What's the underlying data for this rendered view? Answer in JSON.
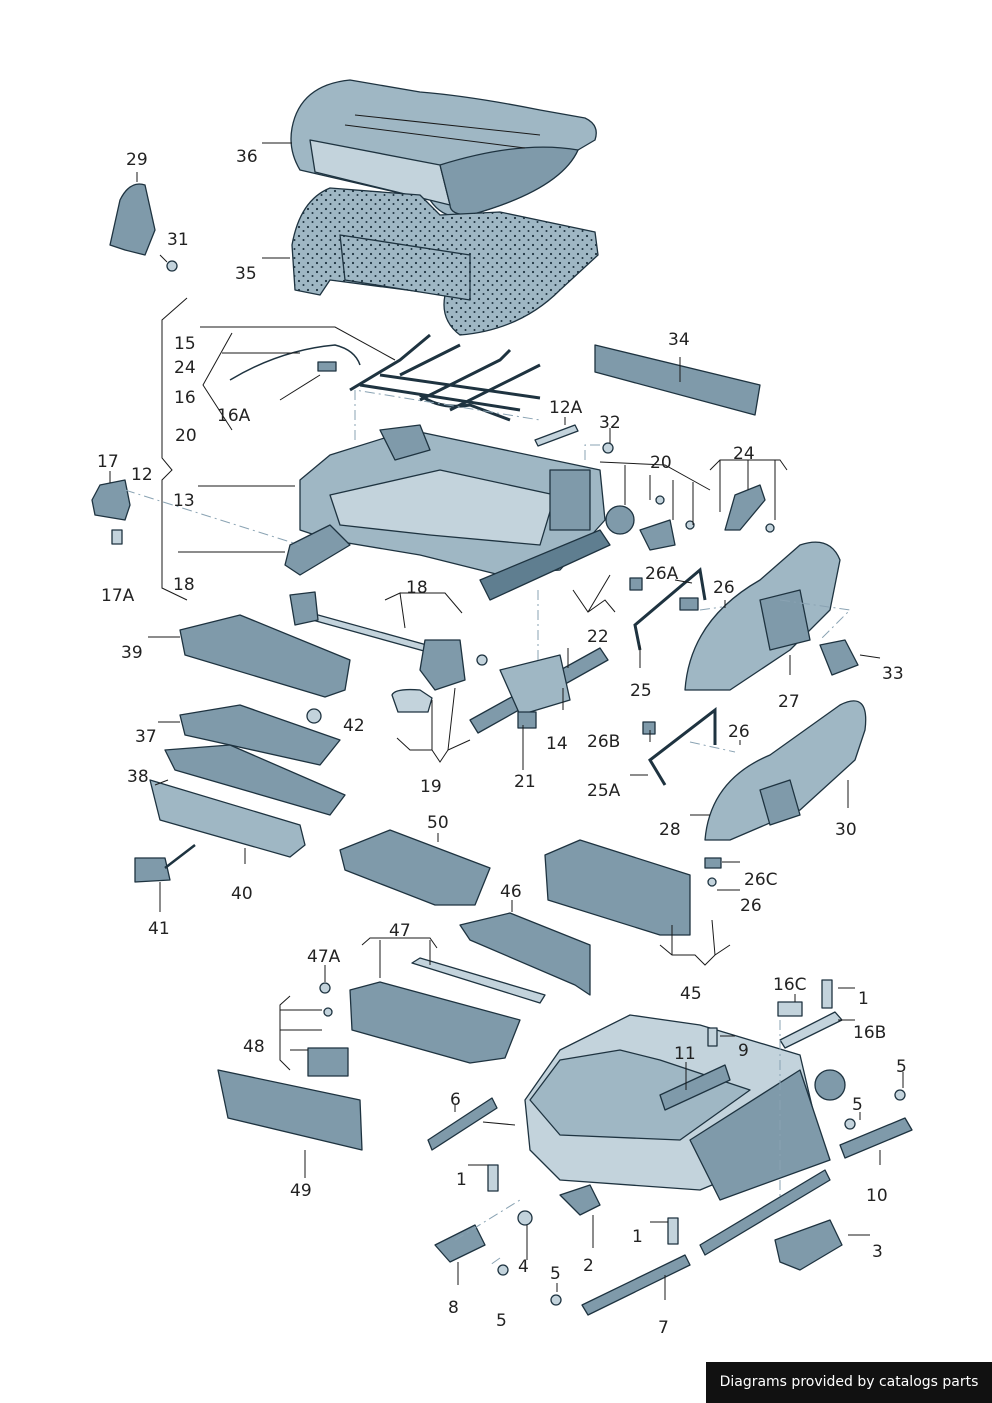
{
  "labels": [
    "36",
    "29",
    "31",
    "35",
    "15",
    "24",
    "16",
    "16A",
    "20",
    "34",
    "12A",
    "32",
    "20",
    "24",
    "17",
    "12",
    "13",
    "17A",
    "18",
    "18",
    "26A",
    "26",
    "22",
    "39",
    "25",
    "27",
    "33",
    "42",
    "37",
    "14",
    "26B",
    "26",
    "38",
    "19",
    "21",
    "25A",
    "28",
    "30",
    "50",
    "40",
    "41",
    "46",
    "26C",
    "26",
    "47",
    "47A",
    "45",
    "16C",
    "1",
    "16B",
    "48",
    "9",
    "11",
    "5",
    "6",
    "5",
    "1",
    "10",
    "4",
    "2",
    "1",
    "3",
    "8",
    "5",
    "5",
    "7",
    "49"
  ],
  "credit": "Diagrams provided by catalogs parts",
  "colors": {
    "part_light": "#c3d3dc",
    "part_mid": "#9fb7c4",
    "part_dark": "#5f7e90",
    "outline": "#1e3340",
    "leader": "#1a1a1a"
  }
}
